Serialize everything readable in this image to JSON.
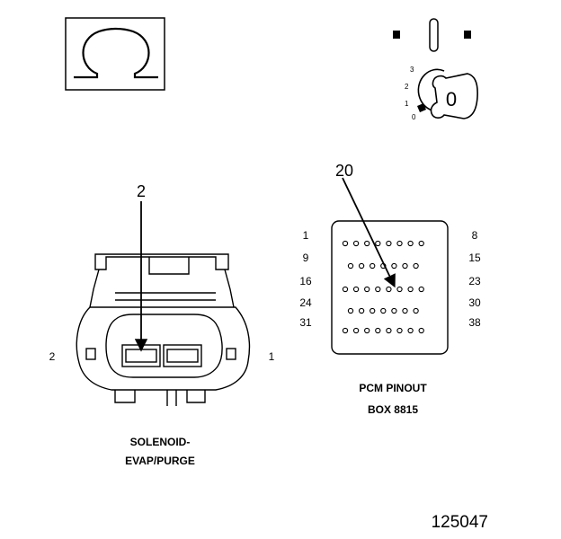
{
  "ohmmeter": {
    "symbol": "Ω"
  },
  "ignition": {
    "key_label": "0",
    "positions": [
      "3",
      "2",
      "1",
      "0"
    ]
  },
  "connector": {
    "callout": "2",
    "pin_left": "2",
    "pin_right": "1",
    "title_line1": "SOLENOID-",
    "title_line2": "EVAP/PURGE"
  },
  "pcm": {
    "callout": "20",
    "row_start_labels": [
      "1",
      "9",
      "16",
      "24",
      "31"
    ],
    "row_end_labels": [
      "8",
      "15",
      "23",
      "30",
      "38"
    ],
    "row_pin_counts": [
      8,
      7,
      8,
      7,
      8
    ],
    "title_line1": "PCM PINOUT",
    "title_line2": "BOX 8815"
  },
  "figure_number": "125047"
}
